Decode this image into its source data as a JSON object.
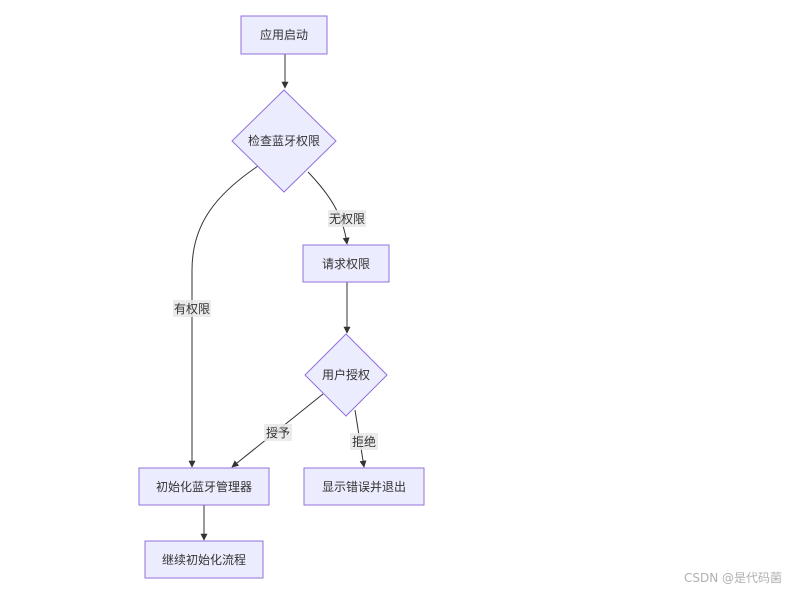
{
  "nodes": {
    "start": "应用启动",
    "check": "检查蓝牙权限",
    "request": "请求权限",
    "authorize": "用户授权",
    "init": "初始化蓝牙管理器",
    "error": "显示错误并退出",
    "continue": "继续初始化流程"
  },
  "edges": {
    "no_permission": "无权限",
    "has_permission": "有权限",
    "grant": "授予",
    "deny": "拒绝"
  },
  "watermark": "CSDN @是代码菌"
}
